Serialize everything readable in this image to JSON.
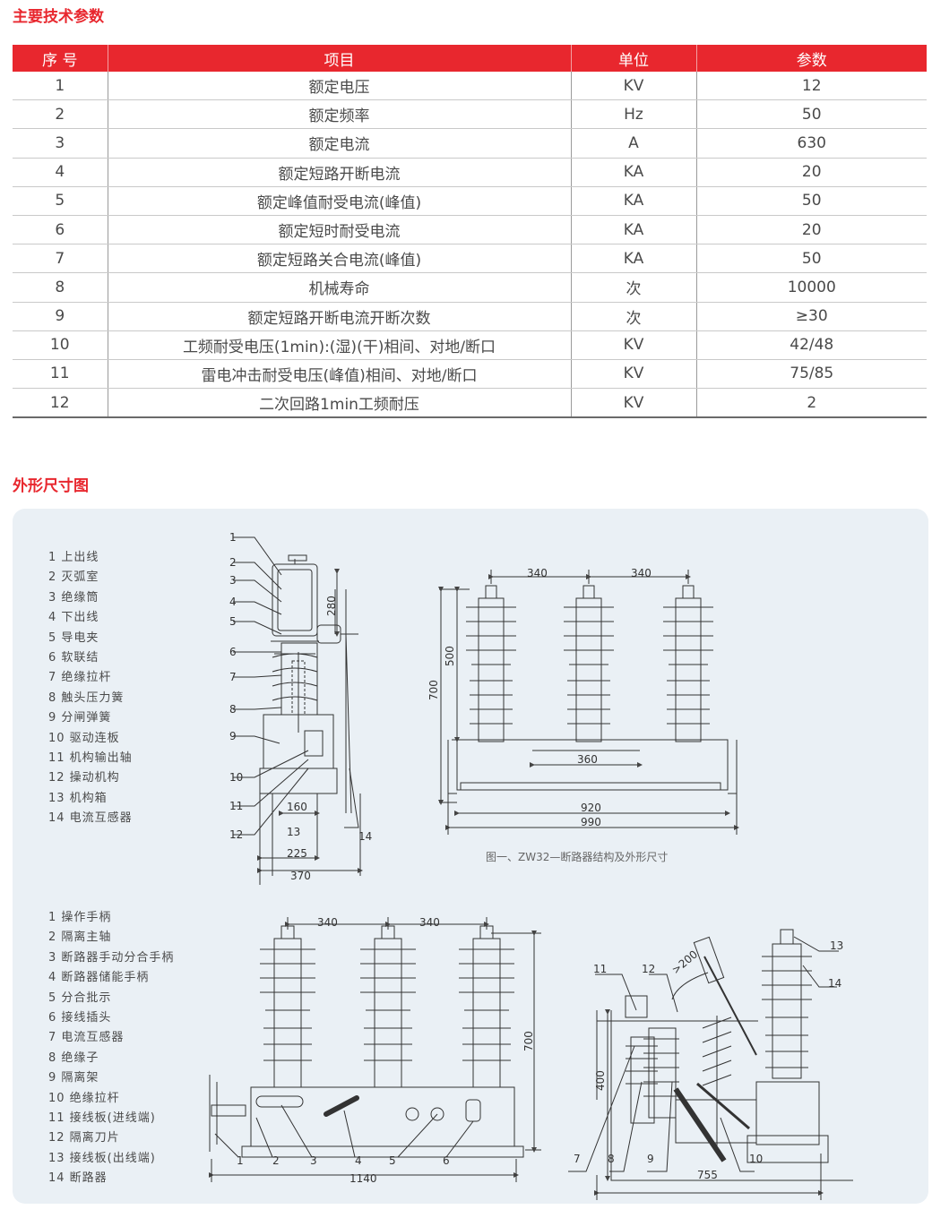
{
  "sections": {
    "params_title": "主要技术参数",
    "dims_title": "外形尺寸图"
  },
  "table": {
    "headers": [
      "序  号",
      "项目",
      "单位",
      "参数"
    ],
    "rows": [
      [
        "1",
        "额定电压",
        "KV",
        "12"
      ],
      [
        "2",
        "额定频率",
        "Hz",
        "50"
      ],
      [
        "3",
        "额定电流",
        "A",
        "630"
      ],
      [
        "4",
        "额定短路开断电流",
        "KA",
        "20"
      ],
      [
        "5",
        "额定峰值耐受电流(峰值)",
        "KA",
        "50"
      ],
      [
        "6",
        "额定短时耐受电流",
        "KA",
        "20"
      ],
      [
        "7",
        "额定短路关合电流(峰值)",
        "KA",
        "50"
      ],
      [
        "8",
        "机械寿命",
        "次",
        "10000"
      ],
      [
        "9",
        "额定短路开断电流开断次数",
        "次",
        "≥30"
      ],
      [
        "10",
        "工频耐受电压(1min):(湿)(干)相间、对地/断口",
        "KV",
        "42/48"
      ],
      [
        "11",
        "雷电冲击耐受电压(峰值)相间、对地/断口",
        "KV",
        "75/85"
      ],
      [
        "12",
        "二次回路1min工频耐压",
        "KV",
        "2"
      ]
    ]
  },
  "legend1": [
    "1 上出线",
    "2 灭弧室",
    "3 绝缘筒",
    "4 下出线",
    "5 导电夹",
    "6 软联结",
    "7 绝缘拉杆",
    "8 触头压力簧",
    "9 分闸弹簧",
    "10 驱动连板",
    "11 机构输出轴",
    "12 操动机构",
    "13 机构箱",
    "14 电流互感器"
  ],
  "legend2": [
    "1 操作手柄",
    "2 隔离主轴",
    "3 断路器手动分合手柄",
    "4 断路器储能手柄",
    "5 分合批示",
    "6 接线插头",
    "7 电流互感器",
    "8 绝缘子",
    "9 隔离架",
    "10 绝缘拉杆",
    "11 接线板(进线端)",
    "12 隔离刀片",
    "13 接线板(出线端)",
    "14 断路器"
  ],
  "figure1_caption": "图一、ZW32—断路器结构及外形尺寸",
  "dims": {
    "side_280": "280",
    "side_160": "160",
    "side_225": "225",
    "side_370": "370",
    "front_340a": "340",
    "front_340b": "340",
    "front_500": "500",
    "front_700": "700",
    "front_360": "360",
    "front_920": "920",
    "front_990": "990",
    "iso_340a": "340",
    "iso_340b": "340",
    "iso_700": "700",
    "iso_1140": "1140",
    "iso_side_200": ">200",
    "iso_side_400": "400",
    "iso_side_755": "755"
  },
  "callouts1": [
    "1",
    "2",
    "3",
    "4",
    "5",
    "6",
    "7",
    "8",
    "9",
    "10",
    "11",
    "12",
    "13",
    "14"
  ],
  "callouts2": [
    "1",
    "2",
    "3",
    "4",
    "5",
    "6"
  ],
  "callouts3": [
    "11",
    "12",
    "13",
    "14",
    "7",
    "8",
    "9",
    "10"
  ],
  "colors": {
    "accent": "#e8272e",
    "panel": "#eaf0f5"
  }
}
